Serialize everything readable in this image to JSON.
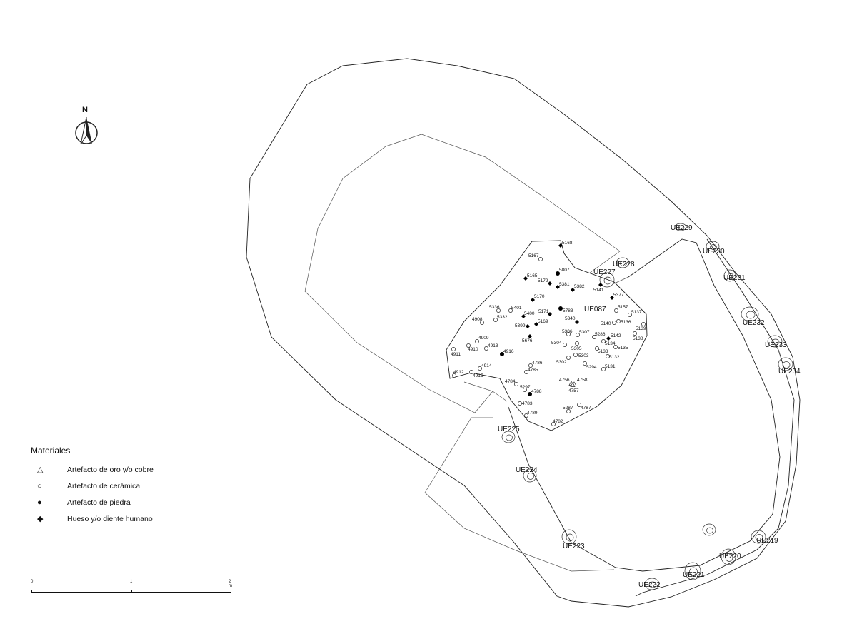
{
  "north_label": "N",
  "legend": {
    "title": "Materiales",
    "items": [
      {
        "symbol": "△",
        "label": "Artefacto de oro y/o cobre",
        "type": "triangle"
      },
      {
        "symbol": "○",
        "label": "Artefacto de cerámica",
        "type": "circle"
      },
      {
        "symbol": "●",
        "label": "Artefacto de piedra",
        "type": "dot"
      },
      {
        "symbol": "◆",
        "label": "Hueso y/o diente humano",
        "type": "diamond"
      }
    ]
  },
  "scale": {
    "labels": [
      "0",
      "1",
      "2 m"
    ]
  },
  "units": [
    "UE229",
    "UE230",
    "UE231",
    "UE232",
    "UE233",
    "UE234",
    "UE228",
    "UE227",
    "UE087",
    "UE225",
    "UE224",
    "UE223",
    "UE222",
    "UE221",
    "UE220",
    "UE219"
  ],
  "finds": [
    {
      "label": "5168",
      "type": "diamond"
    },
    {
      "label": "5167",
      "type": "circle"
    },
    {
      "label": "5807",
      "type": "dot"
    },
    {
      "label": "5165",
      "type": "diamond"
    },
    {
      "label": "5172",
      "type": "diamond"
    },
    {
      "label": "5381",
      "type": "diamond"
    },
    {
      "label": "5382",
      "type": "diamond"
    },
    {
      "label": "5141",
      "type": "diamond"
    },
    {
      "label": "5377",
      "type": "diamond"
    },
    {
      "label": "5170",
      "type": "diamond"
    },
    {
      "label": "5783",
      "type": "dot"
    },
    {
      "label": "5171",
      "type": "diamond"
    },
    {
      "label": "5400",
      "type": "diamond"
    },
    {
      "label": "5401",
      "type": "circle"
    },
    {
      "label": "5336",
      "type": "circle"
    },
    {
      "label": "5332",
      "type": "circle"
    },
    {
      "label": "4908",
      "type": "circle"
    },
    {
      "label": "5340",
      "type": "diamond"
    },
    {
      "label": "5169",
      "type": "diamond"
    },
    {
      "label": "5399",
      "type": "diamond"
    },
    {
      "label": "5157",
      "type": "circle"
    },
    {
      "label": "5137",
      "type": "circle"
    },
    {
      "label": "5140",
      "type": "circle"
    },
    {
      "label": "5136",
      "type": "circle"
    },
    {
      "label": "5139",
      "type": "circle"
    },
    {
      "label": "5138",
      "type": "circle"
    },
    {
      "label": "5306",
      "type": "circle"
    },
    {
      "label": "5307",
      "type": "circle"
    },
    {
      "label": "5286",
      "type": "circle"
    },
    {
      "label": "5142",
      "type": "diamond"
    },
    {
      "label": "5134",
      "type": "circle"
    },
    {
      "label": "5135",
      "type": "circle"
    },
    {
      "label": "5133",
      "type": "circle"
    },
    {
      "label": "5132",
      "type": "circle"
    },
    {
      "label": "5304",
      "type": "circle"
    },
    {
      "label": "5305",
      "type": "circle"
    },
    {
      "label": "5303",
      "type": "circle"
    },
    {
      "label": "5302",
      "type": "circle"
    },
    {
      "label": "5294",
      "type": "circle"
    },
    {
      "label": "5131",
      "type": "circle"
    },
    {
      "label": "5676",
      "type": "diamond"
    },
    {
      "label": "4909",
      "type": "circle"
    },
    {
      "label": "4910",
      "type": "circle"
    },
    {
      "label": "4913",
      "type": "circle"
    },
    {
      "label": "4911",
      "type": "circle"
    },
    {
      "label": "4916",
      "type": "dot"
    },
    {
      "label": "4786",
      "type": "circle"
    },
    {
      "label": "4785",
      "type": "circle"
    },
    {
      "label": "4914",
      "type": "circle"
    },
    {
      "label": "4912",
      "type": "circle"
    },
    {
      "label": "4915",
      "type": "circle"
    },
    {
      "label": "4784",
      "type": "circle"
    },
    {
      "label": "5297",
      "type": "circle"
    },
    {
      "label": "4788",
      "type": "dot"
    },
    {
      "label": "4756",
      "type": "triangle"
    },
    {
      "label": "4758",
      "type": "triangle"
    },
    {
      "label": "4757",
      "type": "triangle"
    },
    {
      "label": "4783",
      "type": "circle"
    },
    {
      "label": "5287",
      "type": "circle"
    },
    {
      "label": "4787",
      "type": "circle"
    },
    {
      "label": "4789",
      "type": "circle"
    },
    {
      "label": "4782",
      "type": "circle"
    }
  ]
}
